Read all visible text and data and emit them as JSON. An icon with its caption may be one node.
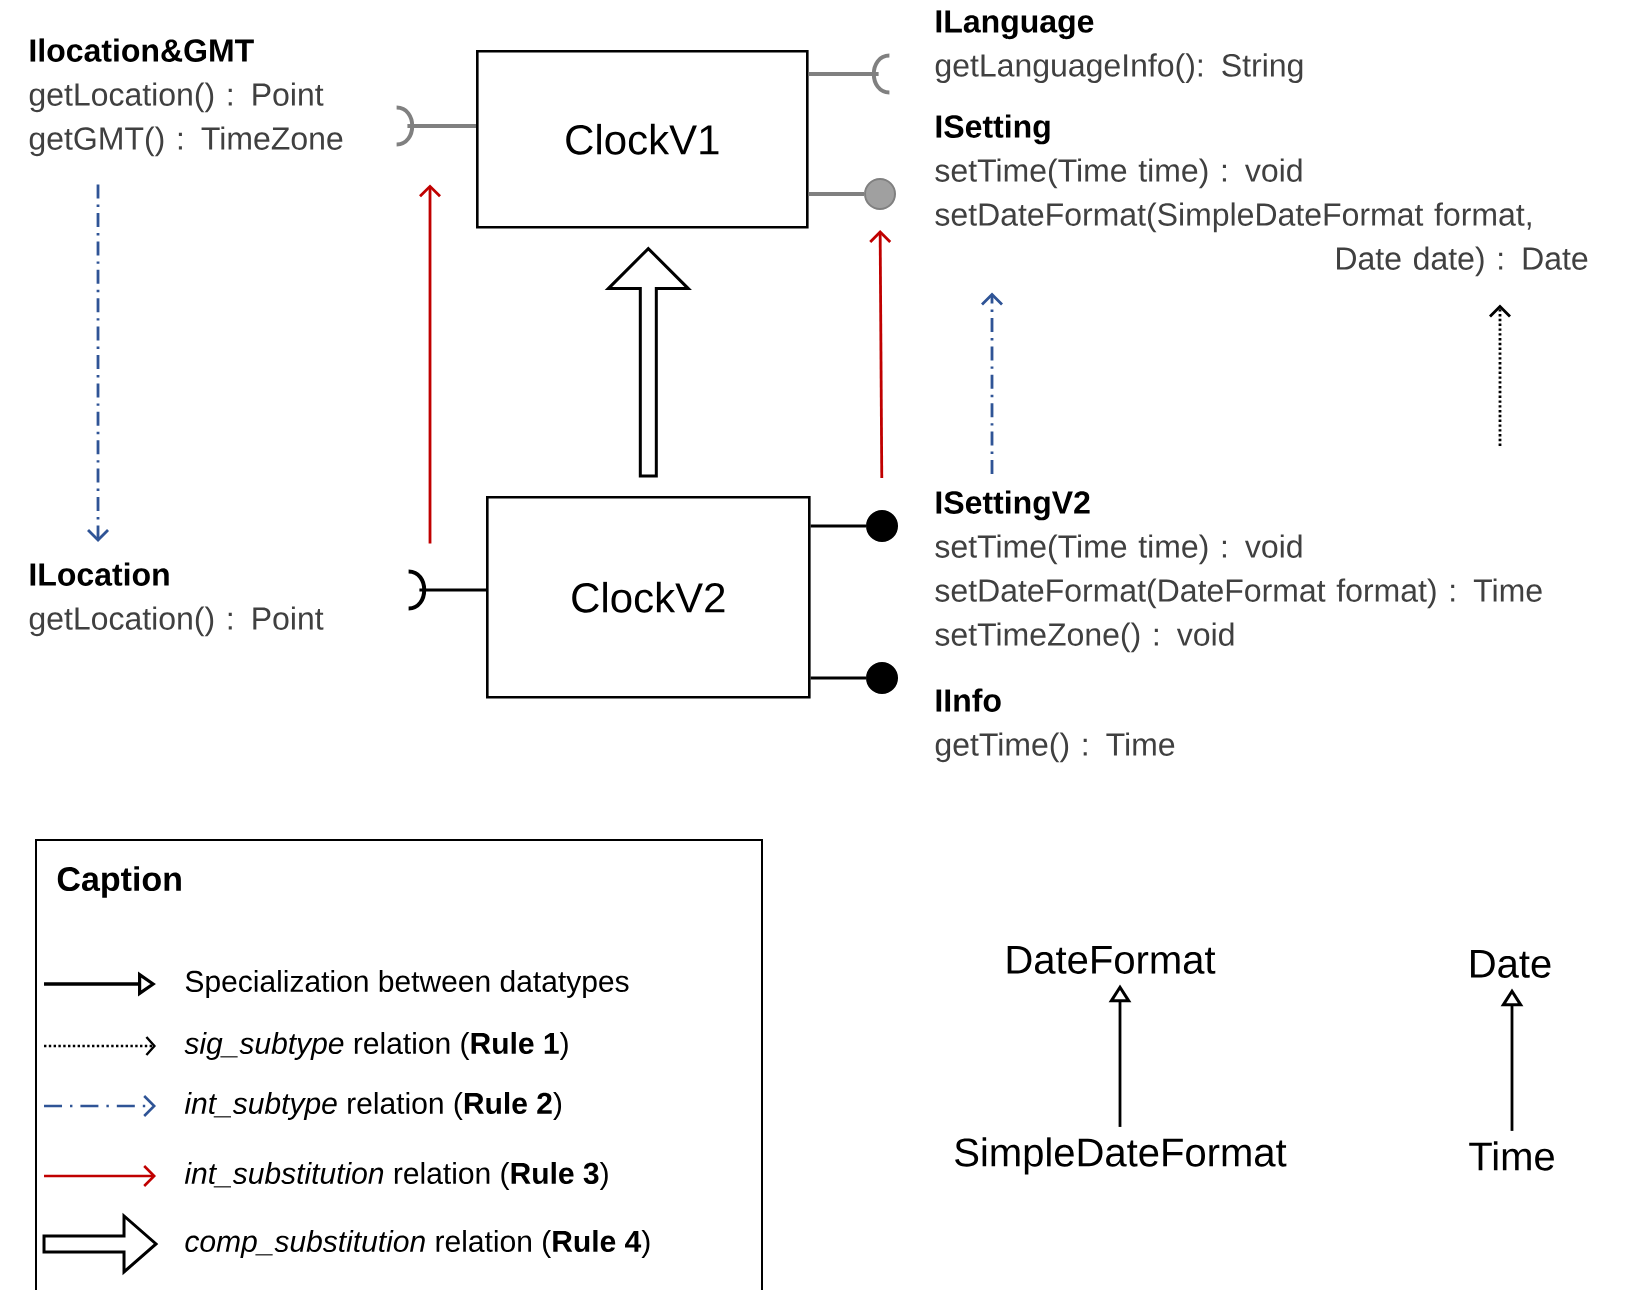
{
  "diagram": {
    "nodes": [
      {
        "text": [
          "Ilocation&GMT",
          "getLocation() : Point",
          "getGMT() : TimeZone"
        ]
      },
      {
        "text": [],
        "shape": "socket"
      },
      {
        "text": [
          "ClockV1"
        ]
      },
      {
        "text": [],
        "shape": "socket"
      },
      {
        "text": [
          "ILanguage",
          "getLanguageInfo():  String"
        ]
      },
      {
        "text": [],
        "shape": "circle"
      },
      {
        "text": [
          "ISetting",
          "setTime(Time time) : void",
          "setDateFormat(SimpleDateFormat format, Date date) : Date"
        ]
      },
      {
        "text": [
          "ILocation",
          "getLocation() : Point"
        ]
      },
      {
        "text": [],
        "shape": "socket"
      },
      {
        "text": [
          "ClockV2"
        ]
      },
      {
        "text": [],
        "shape": "circle"
      },
      {
        "text": [
          "ISettingV2",
          "setTime(Time time) : void",
          "setDateFormat(DateFormat format) : Time",
          "setTimeZone() : void"
        ]
      },
      {
        "text": [],
        "shape": "circle"
      },
      {
        "text": [
          "IInfo",
          "getTime() : Time"
        ]
      },
      {
        "text": [
          "DateFormat"
        ]
      },
      {
        "text": [
          "Date"
        ]
      },
      {
        "text": [
          "SimpleDateFormat"
        ]
      },
      {
        "text": [
          "Time"
        ]
      }
    ],
    "edges": [
      {
        "from": 2,
        "to": 1,
        "arrow": "none",
        "color": "#808080"
      },
      {
        "from": 2,
        "to": 3,
        "arrow": "none",
        "color": "#808080"
      },
      {
        "from": 2,
        "to": 5,
        "arrow": "none",
        "color": "#808080"
      },
      {
        "from": 9,
        "to": 8,
        "arrow": "none"
      },
      {
        "from": 9,
        "to": 10,
        "arrow": "none"
      },
      {
        "from": 9,
        "to": 12,
        "arrow": "none"
      },
      {
        "from": 8,
        "to": 1,
        "arrow": "to",
        "color": "#c00000"
      },
      {
        "from": 10,
        "to": 5,
        "arrow": "to",
        "color": "#c00000"
      },
      {
        "from": 0,
        "to": 7,
        "arrow": "to",
        "style": "dashed",
        "color": "#2f5496"
      },
      {
        "from": 11,
        "to": 6,
        "arrow": "to",
        "style": "dashed",
        "color": "#2f5496"
      },
      {
        "from": 11,
        "to": 6,
        "arrow": "to",
        "style": "dashed"
      },
      {
        "from": 9,
        "to": 2,
        "arrow": "to",
        "style": "thick"
      },
      {
        "from": 16,
        "to": 14,
        "arrow": "to"
      },
      {
        "from": 17,
        "to": 15,
        "arrow": "to"
      }
    ],
    "labels": [
      "Caption"
    ],
    "legend": [
      {
        "text": "Specialization between datatypes"
      },
      {
        "text": "*sig_subtype* relation (**Rule 1**)"
      },
      {
        "text": "*int_subtype* relation (**Rule 2**)"
      },
      {
        "text": "*int_substitution* relation (**Rule 3**)"
      },
      {
        "text": "*comp_substitution* relation (**Rule 4**)"
      }
    ]
  }
}
